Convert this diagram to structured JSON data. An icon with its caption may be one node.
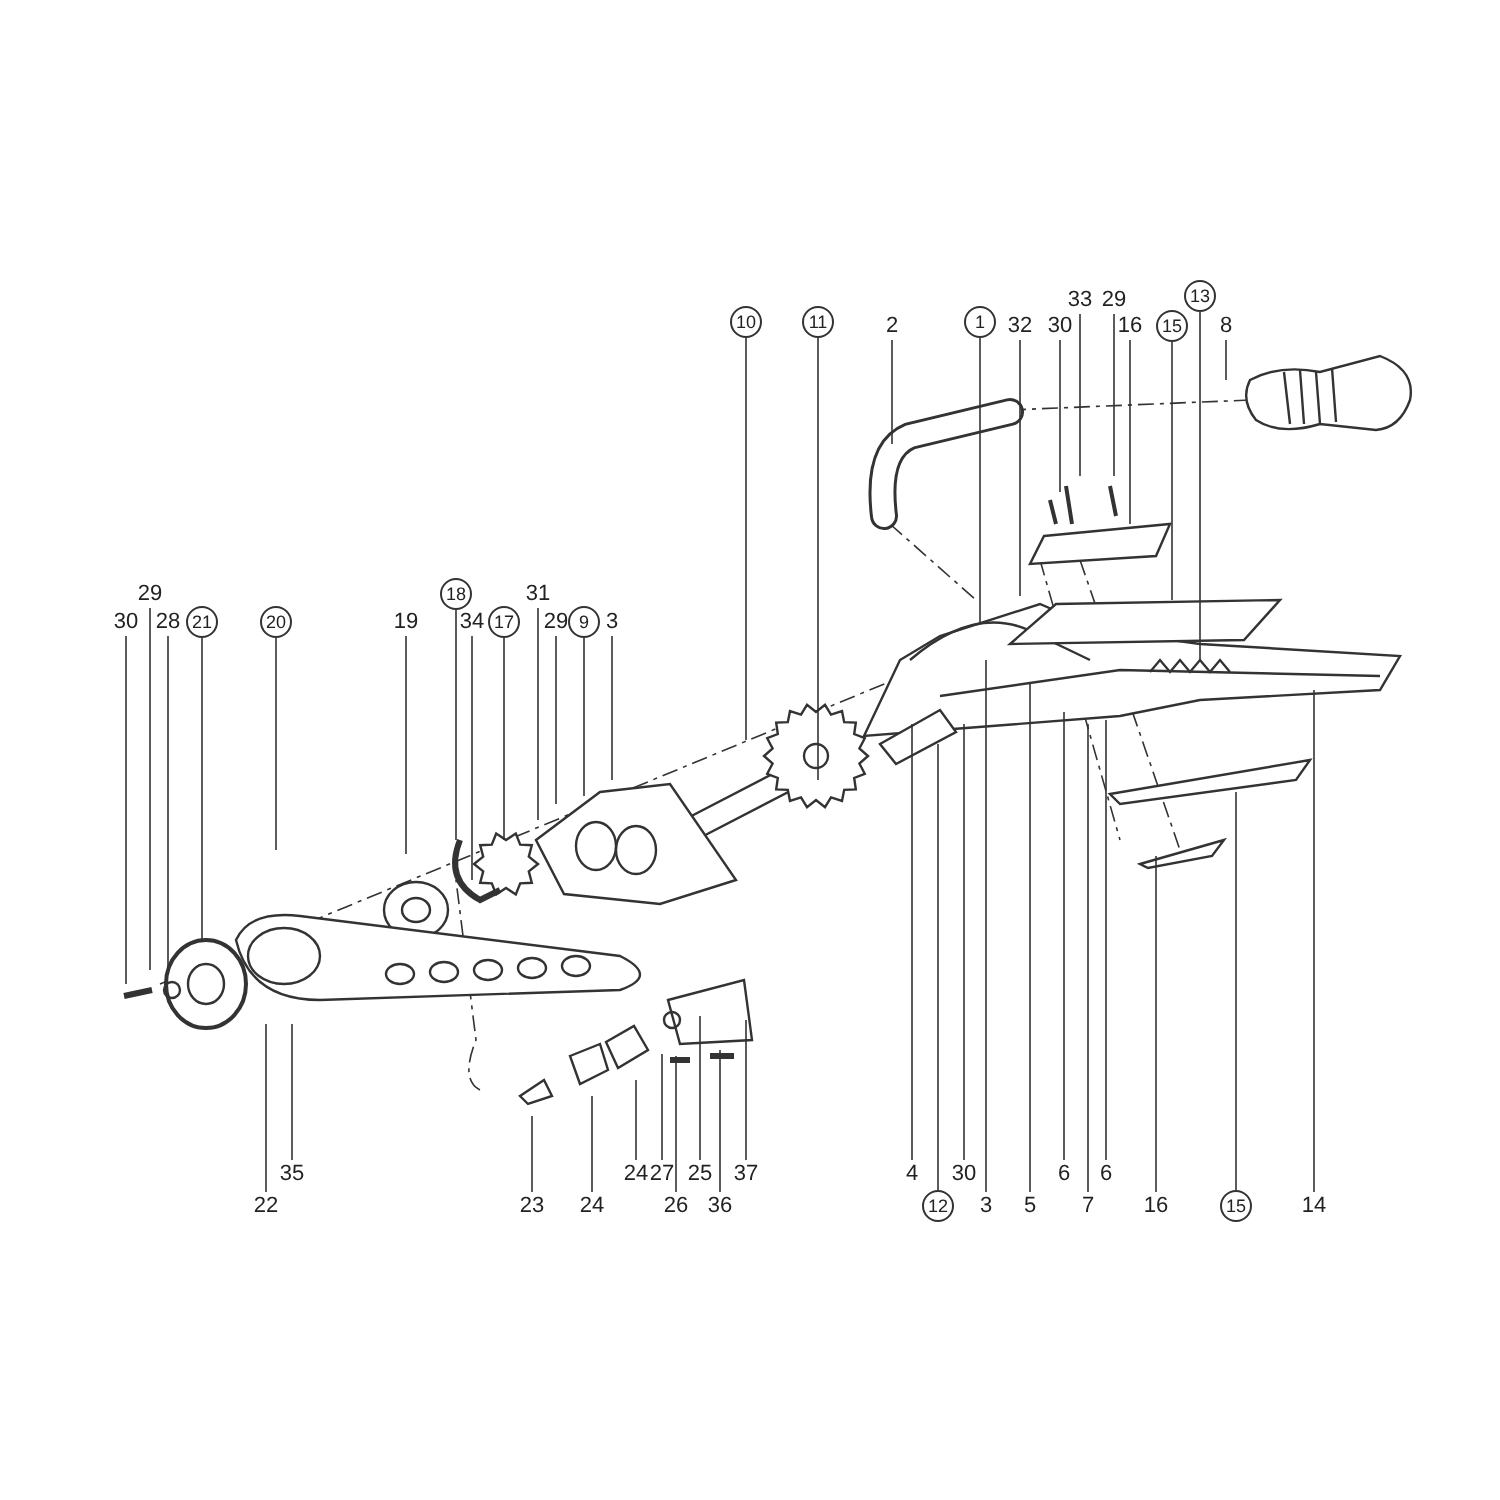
{
  "diagram": {
    "nodes": [
      {
        "text": [
          "33"
        ]
      },
      {
        "text": [
          "29"
        ]
      },
      {
        "text": [
          "13"
        ]
      },
      {
        "text": [
          "10"
        ]
      },
      {
        "text": [
          "11"
        ]
      },
      {
        "text": [
          "2"
        ]
      },
      {
        "text": [
          "1"
        ]
      },
      {
        "text": [
          "32"
        ]
      },
      {
        "text": [
          "30"
        ]
      },
      {
        "text": [
          "16"
        ]
      },
      {
        "text": [
          "15"
        ]
      },
      {
        "text": [
          "8"
        ]
      },
      {
        "text": [
          "29"
        ]
      },
      {
        "text": [
          "18"
        ]
      },
      {
        "text": [
          "31"
        ]
      },
      {
        "text": [
          "30"
        ]
      },
      {
        "text": [
          "28"
        ]
      },
      {
        "text": [
          "21"
        ]
      },
      {
        "text": [
          "20"
        ]
      },
      {
        "text": [
          "19"
        ]
      },
      {
        "text": [
          "34"
        ]
      },
      {
        "text": [
          "17"
        ]
      },
      {
        "text": [
          "29"
        ]
      },
      {
        "text": [
          "9"
        ]
      },
      {
        "text": [
          "3"
        ]
      },
      {
        "text": [
          "35"
        ]
      },
      {
        "text": [
          "24"
        ]
      },
      {
        "text": [
          "27"
        ]
      },
      {
        "text": [
          "25"
        ]
      },
      {
        "text": [
          "37"
        ]
      },
      {
        "text": [
          "4"
        ]
      },
      {
        "text": [
          "30"
        ]
      },
      {
        "text": [
          "6"
        ]
      },
      {
        "text": [
          "6"
        ]
      },
      {
        "text": [
          "22"
        ]
      },
      {
        "text": [
          "23"
        ]
      },
      {
        "text": [
          "24"
        ]
      },
      {
        "text": [
          "26"
        ]
      },
      {
        "text": [
          "36"
        ]
      },
      {
        "text": [
          "12"
        ]
      },
      {
        "text": [
          "3"
        ]
      },
      {
        "text": [
          "5"
        ]
      },
      {
        "text": [
          "7"
        ]
      },
      {
        "text": [
          "16"
        ]
      },
      {
        "text": [
          "15"
        ]
      },
      {
        "text": [
          "14"
        ]
      }
    ],
    "edges": [
      {
        "from": 0,
        "to": null,
        "arrow": "none"
      },
      {
        "from": 1,
        "to": null,
        "arrow": "none"
      },
      {
        "from": 2,
        "to": null,
        "arrow": "none"
      },
      {
        "from": 3,
        "to": null,
        "arrow": "none"
      },
      {
        "from": 4,
        "to": null,
        "arrow": "none"
      },
      {
        "from": 5,
        "to": null,
        "arrow": "none"
      },
      {
        "from": 6,
        "to": null,
        "arrow": "none"
      },
      {
        "from": 7,
        "to": null,
        "arrow": "none"
      },
      {
        "from": 8,
        "to": null,
        "arrow": "none"
      },
      {
        "from": 9,
        "to": null,
        "arrow": "none"
      },
      {
        "from": 10,
        "to": null,
        "arrow": "none"
      },
      {
        "from": 11,
        "to": null,
        "arrow": "none"
      },
      {
        "from": 12,
        "to": null,
        "arrow": "none"
      },
      {
        "from": 13,
        "to": null,
        "arrow": "none"
      },
      {
        "from": 14,
        "to": null,
        "arrow": "none"
      },
      {
        "from": 15,
        "to": null,
        "arrow": "none"
      },
      {
        "from": 16,
        "to": null,
        "arrow": "none"
      },
      {
        "from": 17,
        "to": null,
        "arrow": "none"
      },
      {
        "from": 18,
        "to": null,
        "arrow": "none"
      },
      {
        "from": 19,
        "to": null,
        "arrow": "none"
      },
      {
        "from": 20,
        "to": null,
        "arrow": "none"
      },
      {
        "from": 21,
        "to": null,
        "arrow": "none"
      },
      {
        "from": 22,
        "to": null,
        "arrow": "none"
      },
      {
        "from": 23,
        "to": null,
        "arrow": "none"
      },
      {
        "from": 24,
        "to": null,
        "arrow": "none"
      },
      {
        "from": 25,
        "to": null,
        "arrow": "none"
      },
      {
        "from": 26,
        "to": null,
        "arrow": "none"
      },
      {
        "from": 27,
        "to": null,
        "arrow": "none"
      },
      {
        "from": 28,
        "to": null,
        "arrow": "none"
      },
      {
        "from": 29,
        "to": null,
        "arrow": "none"
      },
      {
        "from": 30,
        "to": null,
        "arrow": "none"
      },
      {
        "from": 31,
        "to": null,
        "arrow": "none"
      },
      {
        "from": 32,
        "to": null,
        "arrow": "none"
      },
      {
        "from": 33,
        "to": null,
        "arrow": "none"
      },
      {
        "from": 34,
        "to": null,
        "arrow": "none"
      },
      {
        "from": 35,
        "to": null,
        "arrow": "none"
      },
      {
        "from": 36,
        "to": null,
        "arrow": "none"
      },
      {
        "from": 37,
        "to": null,
        "arrow": "none"
      },
      {
        "from": 38,
        "to": null,
        "arrow": "none"
      },
      {
        "from": 39,
        "to": null,
        "arrow": "none"
      },
      {
        "from": 40,
        "to": null,
        "arrow": "none"
      },
      {
        "from": 41,
        "to": null,
        "arrow": "none"
      },
      {
        "from": 42,
        "to": null,
        "arrow": "none"
      },
      {
        "from": 43,
        "to": null,
        "arrow": "none"
      },
      {
        "from": 44,
        "to": null,
        "arrow": "none"
      },
      {
        "from": 45,
        "to": null,
        "arrow": "none"
      }
    ]
  }
}
